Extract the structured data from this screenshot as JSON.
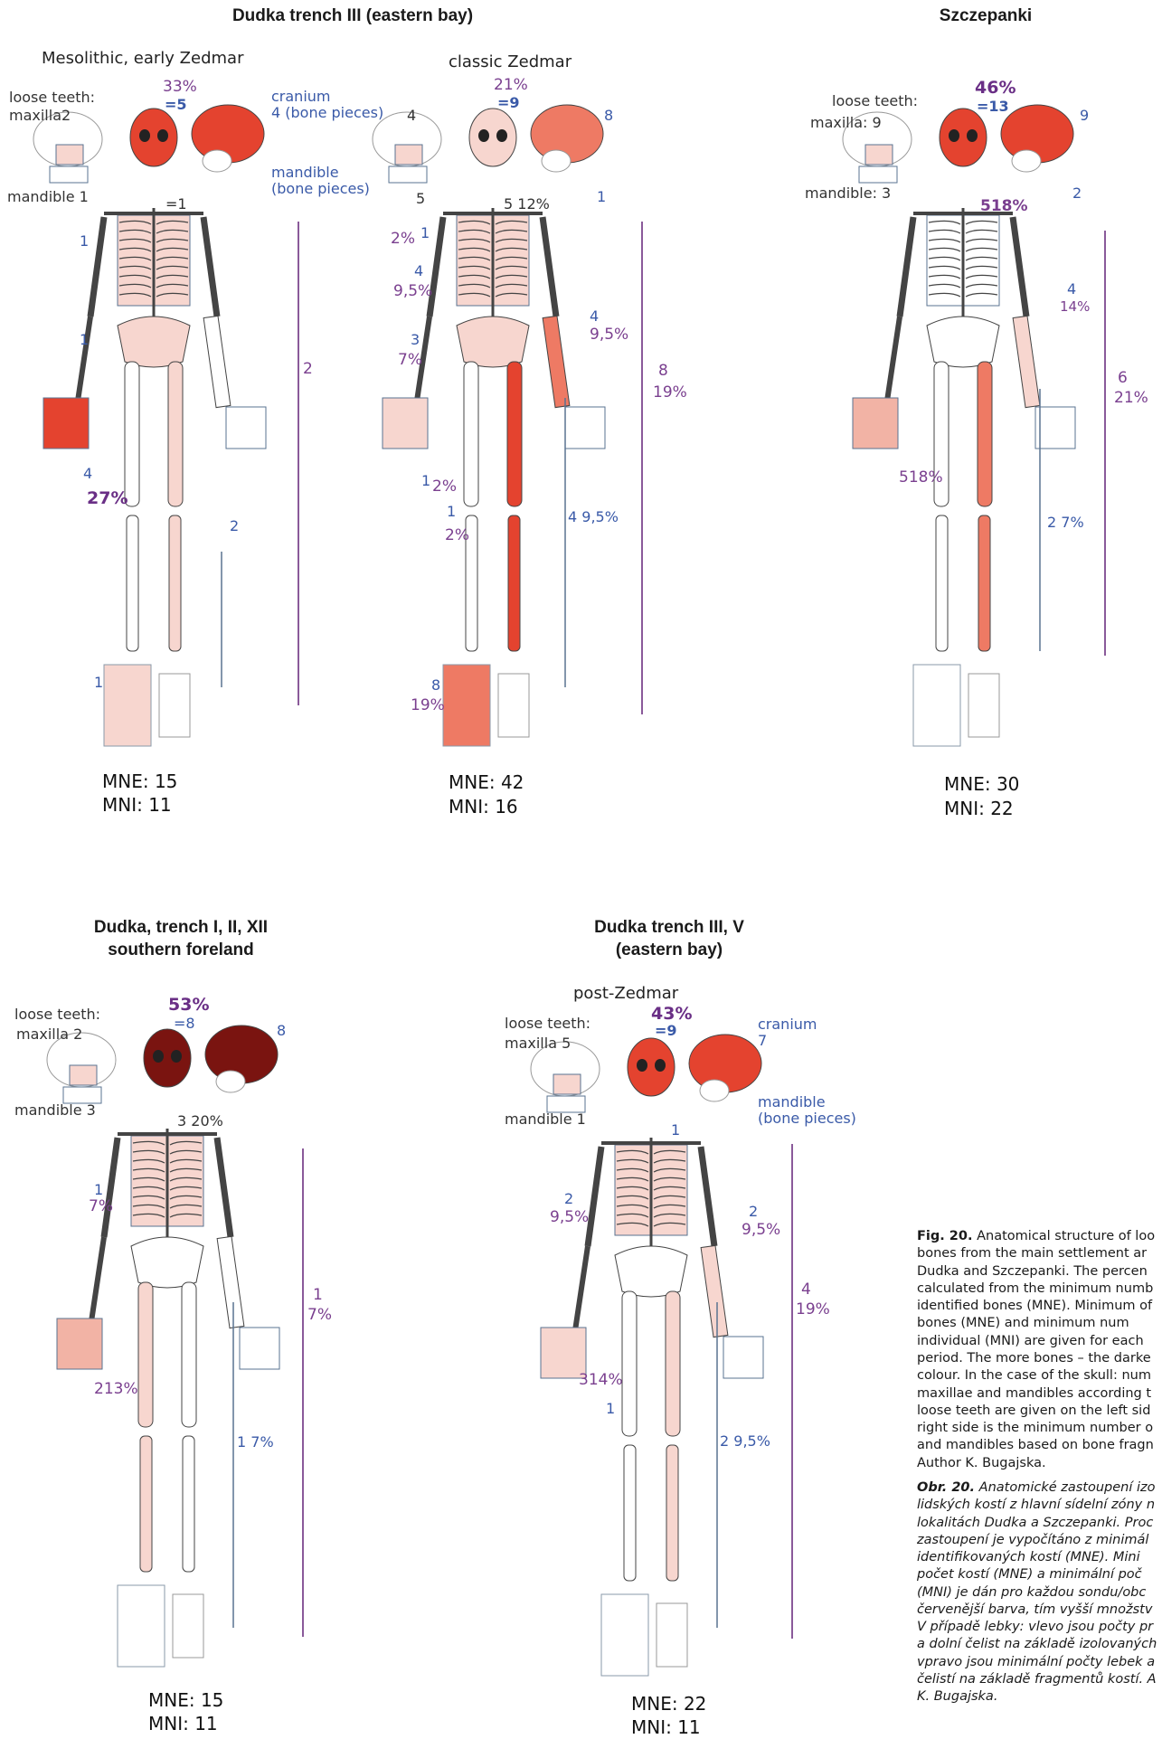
{
  "top_titles": {
    "dudka_iii": "Dudka trench III (eastern bay)",
    "szczepanki": "Szczepanki"
  },
  "bottom_titles": {
    "dudka_i": "Dudka, trench I, II, XII\nsouthern foreland",
    "dudka_iii_v": "Dudka trench III, V\n(eastern bay)"
  },
  "panels": [
    {
      "id": "p1",
      "period": "Mesolithic, early Zedmar",
      "skull_pct": "33%",
      "skull_n": "=5",
      "loose_teeth": "loose teeth:",
      "maxilla": "maxilla2",
      "mandible": "mandible 1",
      "cranium": "cranium\n4  (bone pieces)",
      "mandible_r": "mandible\n(bone pieces)",
      "neck": "=1",
      "labels": [
        {
          "t": "1",
          "c": "blue"
        },
        {
          "t": "1",
          "c": "blue"
        },
        {
          "t": "4",
          "c": "blue"
        },
        {
          "t": "27%",
          "c": "pbig"
        },
        {
          "t": "2",
          "c": "purple"
        },
        {
          "t": "2",
          "c": "blue"
        },
        {
          "t": "1",
          "c": "blue"
        }
      ],
      "mne": "MNE: 15",
      "mni": "MNI: 11"
    },
    {
      "id": "p2",
      "period": "classic Zedmar",
      "skull_pct": "21%",
      "skull_n": "=9",
      "left_n": "4",
      "right_n": "8",
      "mand_l": "5",
      "mand_r": "1",
      "neck": "5 12%",
      "labels": [
        {
          "t": "2%",
          "c": "purple"
        },
        {
          "t": "1",
          "c": "blue"
        },
        {
          "t": "4",
          "c": "blue"
        },
        {
          "t": "9,5%",
          "c": "purple"
        },
        {
          "t": "3",
          "c": "blue"
        },
        {
          "t": "7%",
          "c": "purple"
        },
        {
          "t": "4",
          "c": "blue"
        },
        {
          "t": "9,5%",
          "c": "purple"
        },
        {
          "t": "8",
          "c": "purple"
        },
        {
          "t": "19%",
          "c": "purple"
        },
        {
          "t": "1",
          "c": "blue"
        },
        {
          "t": "2%",
          "c": "purple"
        },
        {
          "t": "1",
          "c": "blue"
        },
        {
          "t": "2%",
          "c": "purple"
        },
        {
          "t": "4  9,5%",
          "c": "blue"
        },
        {
          "t": "8",
          "c": "blue"
        },
        {
          "t": "19%",
          "c": "purple"
        }
      ],
      "mne": "MNE: 42",
      "mni": "MNI: 16"
    },
    {
      "id": "p3",
      "skull_pct": "46%",
      "skull_n": "=13",
      "loose_teeth": "loose teeth:",
      "maxilla": "maxilla: 9",
      "mandible": "mandible: 3",
      "right_n": "9",
      "mand_r": "2",
      "neck": "518%",
      "labels": [
        {
          "t": "4",
          "c": "blue"
        },
        {
          "t": "14%",
          "c": "purple"
        },
        {
          "t": "6",
          "c": "purple"
        },
        {
          "t": "21%",
          "c": "purple"
        },
        {
          "t": "518%",
          "c": "purple"
        },
        {
          "t": "2  7%",
          "c": "blue"
        }
      ],
      "mne": "MNE: 30",
      "mni": "MNI: 22"
    },
    {
      "id": "p4",
      "skull_pct": "53%",
      "skull_n": "=8",
      "loose_teeth": "loose teeth:",
      "maxilla": "maxilla  2",
      "mandible": "mandible 3",
      "right_n": "8",
      "neck": "3 20%",
      "labels": [
        {
          "t": "1",
          "c": "blue"
        },
        {
          "t": "7%",
          "c": "purple"
        },
        {
          "t": "1",
          "c": "purple"
        },
        {
          "t": "7%",
          "c": "purple"
        },
        {
          "t": "213%",
          "c": "purple"
        },
        {
          "t": "1  7%",
          "c": "blue"
        }
      ],
      "mne": "MNE: 15",
      "mni": "MNI: 11"
    },
    {
      "id": "p5",
      "period": "post-Zedmar",
      "skull_pct": "43%",
      "skull_n": "=9",
      "loose_teeth": "loose teeth:",
      "maxilla": "maxilla 5",
      "mandible": "mandible 1",
      "cranium": "cranium\n7",
      "mandible_r": "mandible\n(bone pieces)",
      "neck": "1",
      "labels": [
        {
          "t": "2",
          "c": "blue"
        },
        {
          "t": "9,5%",
          "c": "purple"
        },
        {
          "t": "2",
          "c": "blue"
        },
        {
          "t": "9,5%",
          "c": "purple"
        },
        {
          "t": "4",
          "c": "purple"
        },
        {
          "t": "19%",
          "c": "purple"
        },
        {
          "t": "314%",
          "c": "purple"
        },
        {
          "t": "1",
          "c": "blue"
        },
        {
          "t": "2 9,5%",
          "c": "blue"
        }
      ],
      "mne": "MNE: 22",
      "mni": "MNI: 11"
    }
  ],
  "caption": {
    "en_bold": "Fig. 20.",
    "en_text": " Anatomical structure of loo bones from the main settlement ar Dudka and Szczepanki. The percen calculated from the minimum numb identified bones (MNE). Minimum of bones (MNE) and minimum num individual (MNI) are given for each period. The more bones – the darke colour. In the case of the skull: num maxillae and mandibles according t loose teeth are given on the left sid right side is the minimum number o and mandibles based on bone fragn Author K. Bugajska.",
    "cz_bold": "Obr. 20.",
    "cz_text": " Anatomické zastoupení izo lidských kostí z hlavní sídelní zóny n lokalitách Dudka a Szczepanki. Proc zastoupení je vypočítáno z minimál identifikovaných kostí (MNE). Mini počet kostí (MNE) a minimální poč (MNI) je dán pro každou sondu/obc červenější barva, tím vyšší množstv V případě lebky: vlevo jsou počty pr a dolní čelist na základě izolovaných vpravo jsou minimální počty lebek a čelistí na základě fragmentů kostí. A K. Bugajska."
  },
  "colors": {
    "bone_none": "#ffffff",
    "bone_pale": "#f7d6cf",
    "bone_light": "#f2b3a5",
    "bone_mid": "#ee7a64",
    "bone_red": "#e4432f",
    "bone_dark": "#7a1410",
    "label_blue": "#3a5aa8",
    "label_purple": "#7a3f8f"
  }
}
